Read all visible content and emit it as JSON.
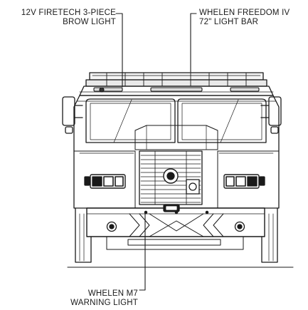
{
  "callouts": {
    "brow_light": {
      "line1": "12V FIRETECH 3-PIECE",
      "line2": "BROW LIGHT"
    },
    "light_bar": {
      "line1": "WHELEN FREEDOM IV",
      "line2": "72\" LIGHT BAR"
    },
    "warning_light": {
      "line1": "WHELEN M7",
      "line2": "WARNING LIGHT"
    }
  },
  "colors": {
    "ink": "#1a1a1a",
    "background": "#ffffff"
  }
}
